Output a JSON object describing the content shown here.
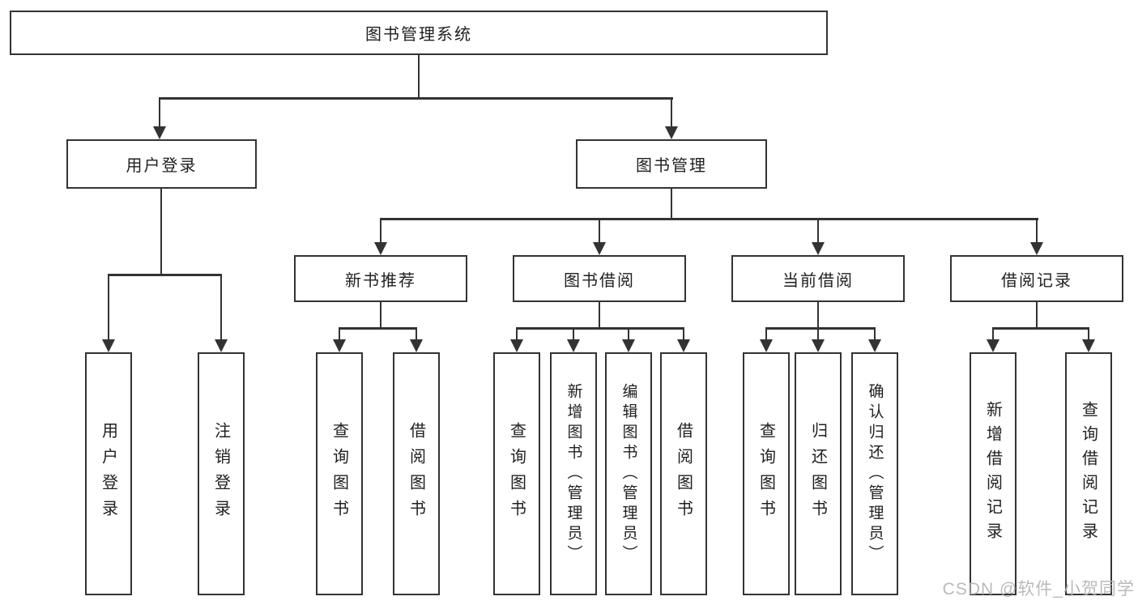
{
  "diagram": {
    "type": "hierarchy-tree",
    "root": {
      "label": "图书管理系统"
    },
    "level2": [
      {
        "label": "用户登录"
      },
      {
        "label": "图书管理"
      }
    ],
    "level3": [
      {
        "label": "新书推荐"
      },
      {
        "label": "图书借阅"
      },
      {
        "label": "当前借阅"
      },
      {
        "label": "借阅记录"
      }
    ],
    "leaves": {
      "user_login": [
        {
          "label": "用户登录"
        },
        {
          "label": "注销登录"
        }
      ],
      "new_book": [
        {
          "label": "查询图书"
        },
        {
          "label": "借阅图书"
        }
      ],
      "book_borrow": [
        {
          "label": "查询图书"
        },
        {
          "label": "新增图书（管理员）"
        },
        {
          "label": "编辑图书（管理员）"
        },
        {
          "label": "借阅图书"
        }
      ],
      "current_borrow": [
        {
          "label": "查询图书"
        },
        {
          "label": "归还图书"
        },
        {
          "label": "确认归还（管理员）"
        }
      ],
      "borrow_records": [
        {
          "label": "新增借阅记录"
        },
        {
          "label": "查询借阅记录"
        }
      ]
    },
    "watermark": "CSDN @软件_小贺同学",
    "colors": {
      "line": "#333333",
      "text": "#1f1f1f",
      "background": "#ffffff",
      "watermark": "#b3b3b3"
    }
  }
}
